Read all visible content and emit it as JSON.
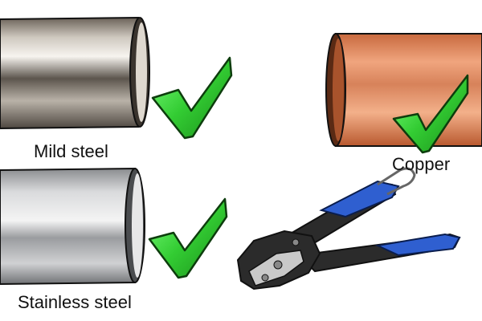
{
  "labels": {
    "mild_steel": "Mild steel",
    "copper": "Copper",
    "stainless_steel": "Stainless steel"
  },
  "colors": {
    "check_green": "#33cc33",
    "copper": "#d8845a",
    "tool_handle_blue": "#2f5fd0",
    "tool_body": "#2b2b2b"
  },
  "icons": [
    "check-mark-icon",
    "pipe-cutter-tool-icon"
  ]
}
